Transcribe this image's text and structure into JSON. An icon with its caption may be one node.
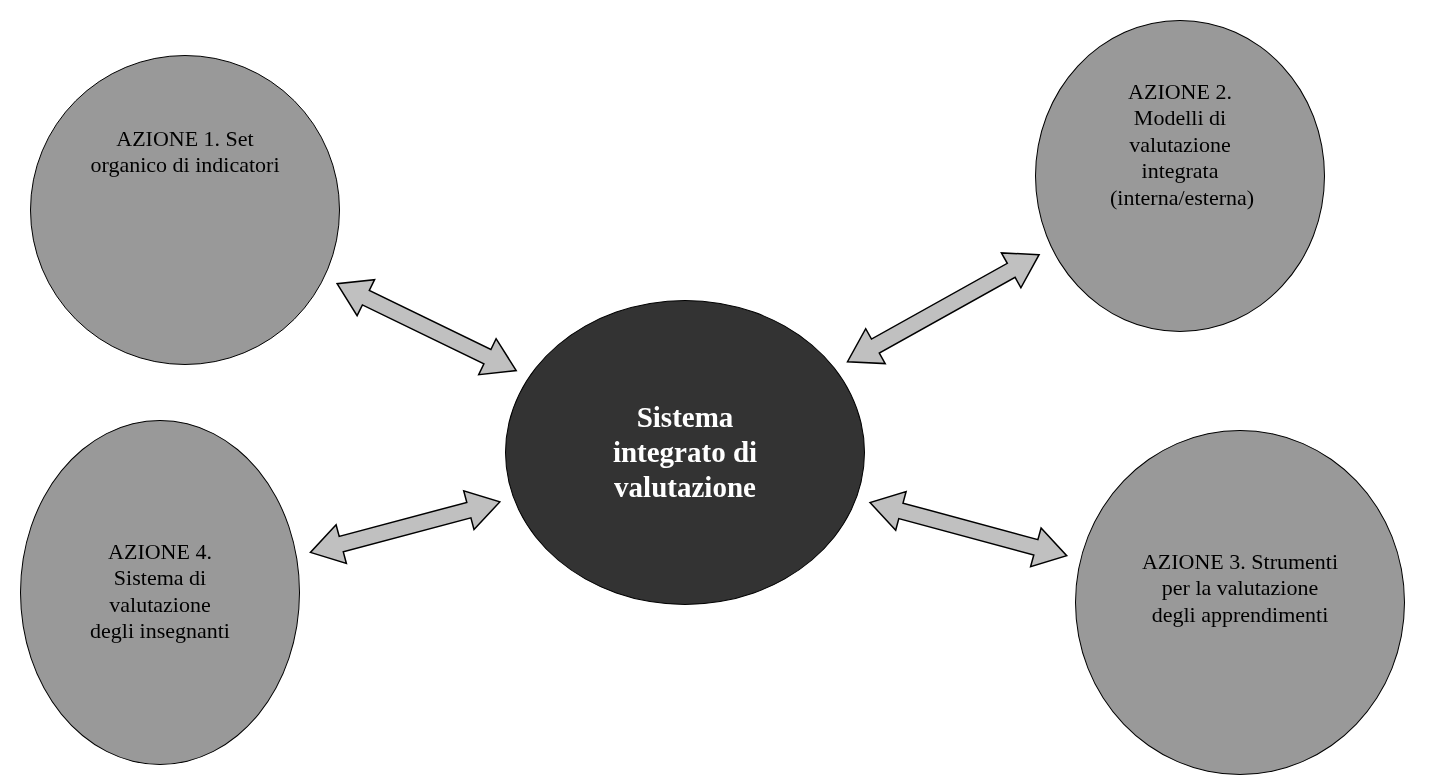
{
  "diagram": {
    "nodes": [
      {
        "text": [
          "AZIONE 1. Set organico di indicatori"
        ]
      },
      {
        "text": [
          "AZIONE 2. Modelli di valutazione integrata (interna/esterna)"
        ]
      },
      {
        "text": [
          "Sistema integrato di valutazione"
        ]
      },
      {
        "text": [
          "AZIONE 4. Sistema di valutazione degli insegnanti"
        ]
      },
      {
        "text": [
          "AZIONE 3. Strumenti per la valutazione degli apprendimenti"
        ]
      }
    ],
    "edges": [
      {
        "from": 0,
        "to": 2,
        "arrow": "both"
      },
      {
        "from": 1,
        "to": 2,
        "arrow": "both"
      },
      {
        "from": 3,
        "to": 2,
        "arrow": "both"
      },
      {
        "from": 2,
        "to": 4,
        "arrow": "both"
      }
    ]
  }
}
